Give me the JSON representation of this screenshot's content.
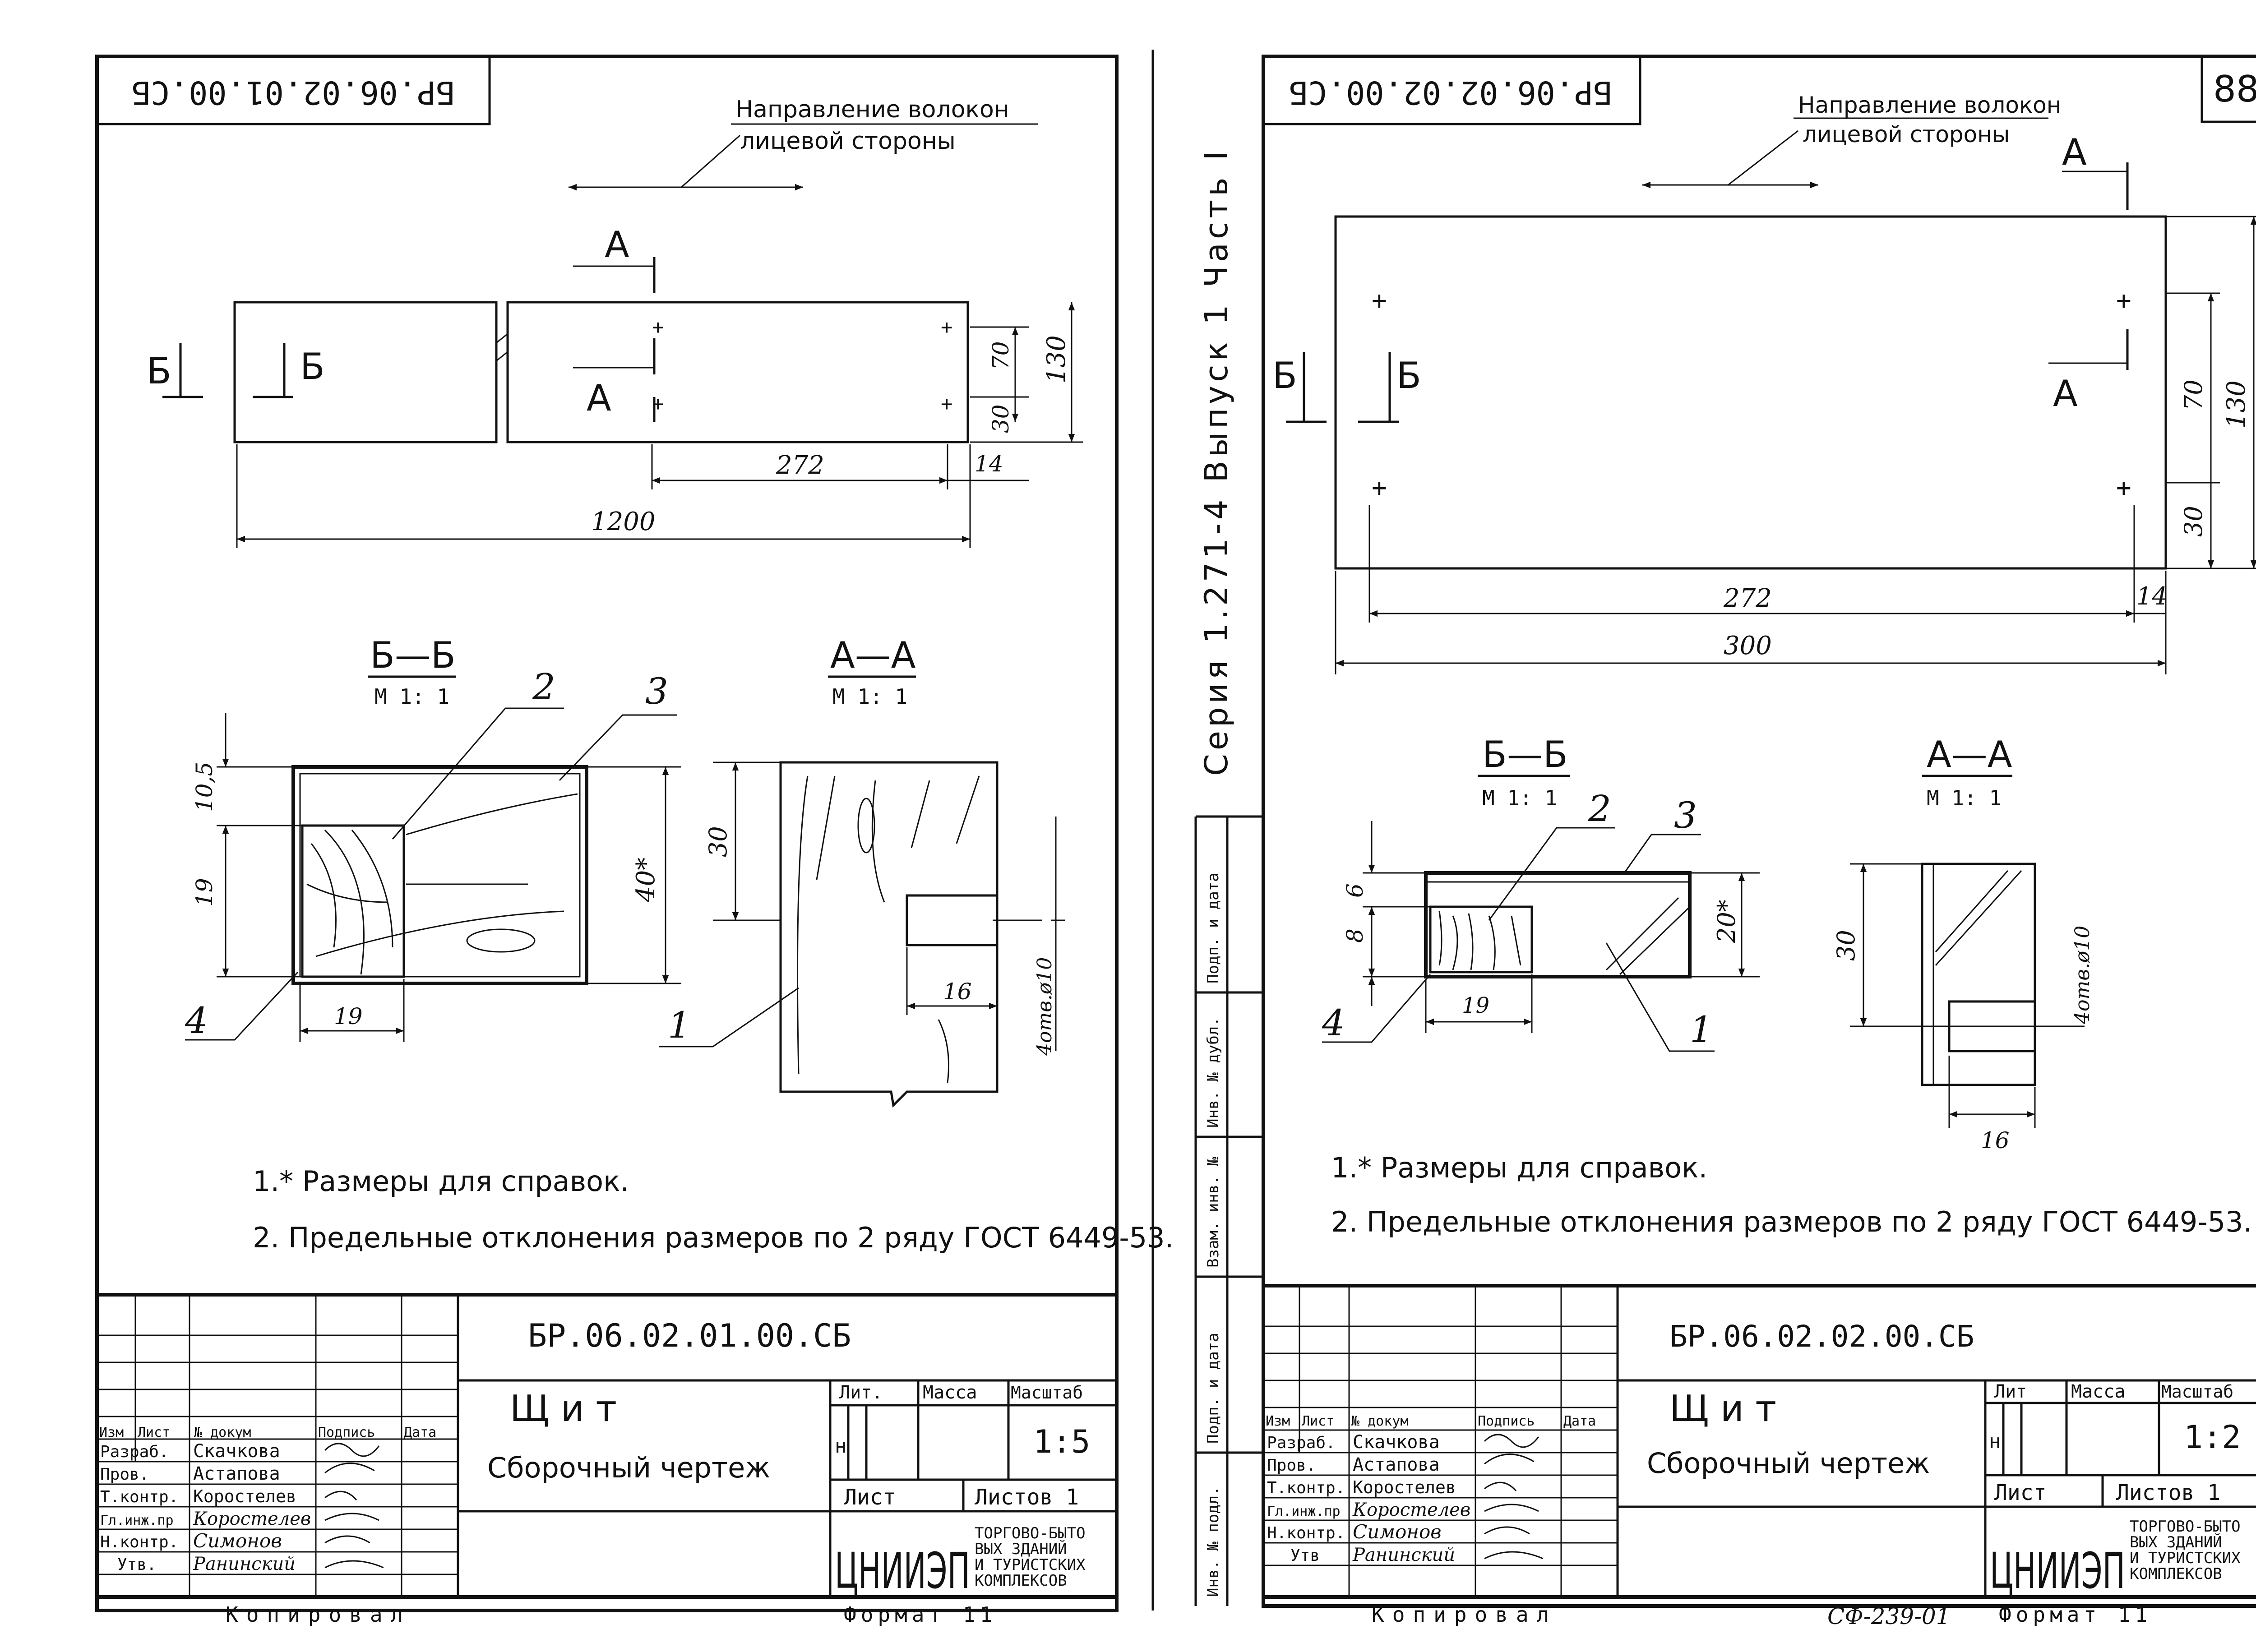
{
  "left_sheet": {
    "code_rotated": "БР.06.02.01.00.СБ",
    "fiber_direction": [
      "Направление волокон",
      "лицевой стороны"
    ],
    "cut_marks": {
      "a": "А",
      "b": "Б"
    },
    "dims": {
      "w272": "272",
      "w14": "14",
      "total": "1200",
      "h70": "70",
      "h30": "30",
      "h130": "130"
    },
    "section_bb": {
      "title": "Б—Б",
      "scale": "М 1: 1",
      "d105": "10,5",
      "d19v": "19",
      "d19h": "19",
      "d40": "40*"
    },
    "section_aa": {
      "title": "А—А",
      "scale": "М 1: 1",
      "d30": "30",
      "d16": "16",
      "hole": "4отв.ø10"
    },
    "callouts": {
      "c1": "1",
      "c2": "2",
      "c3": "3",
      "c4": "4"
    },
    "notes": [
      "1.* Размеры для справок.",
      "2. Предельные отклонения размеров по 2 ряду ГОСТ 6449-53."
    ],
    "title_block": {
      "code": "БР.06.02.01.00.СБ",
      "name": "Щ и т",
      "subtitle": "Сборочный чертеж",
      "headers": [
        "Изм",
        "Лист",
        "№ докум",
        "Подпись",
        "Дата"
      ],
      "roles": [
        "Разраб.",
        "Пров.",
        "Т.контр.",
        "Гл.инж.пр",
        "Н.контр.",
        "Утв."
      ],
      "names": [
        "Скачкова",
        "Астапова",
        "Коростелев",
        "Коростелев",
        "Симонов",
        "Ранинский"
      ],
      "lit": "Лит.",
      "massa": "Масса",
      "mashtab": "Масштаб",
      "lit_value": "н",
      "scale_value": "1:5",
      "list": "Лист",
      "listov": "Листов 1",
      "org": "ЦНИИЭП",
      "org_desc": [
        "ТОРГОВО-БЫТО",
        "ВЫХ ЗДАНИЙ",
        "И ТУРИСТСКИХ",
        "КОМПЛЕКСОВ"
      ],
      "kopiroval": "Копировал",
      "format": "Формат 11"
    }
  },
  "right_sheet": {
    "page_number": "88",
    "code_rotated": "БР.06.02.02.00.СБ",
    "series_vertical": "Серия   1.271-4   Выпуск 1 Часть I",
    "side_stamp": [
      "Инв. № подл.",
      "Подп. и дата",
      "Взам. инв. №",
      "Инв. № дубл.",
      "Подп. и дата"
    ],
    "fiber_direction": [
      "Направление волокон",
      "лицевой стороны"
    ],
    "cut_marks": {
      "a": "А",
      "b": "Б"
    },
    "dims": {
      "w272": "272",
      "w14": "14",
      "total": "300",
      "h70": "70",
      "h30": "30",
      "h130": "130"
    },
    "section_bb": {
      "title": "Б—Б",
      "scale": "М 1: 1",
      "d8": "8",
      "d6": "6",
      "d19": "19",
      "d20": "20*"
    },
    "section_aa": {
      "title": "А—А",
      "scale": "М 1: 1",
      "d30": "30",
      "d16": "16",
      "hole": "4отв.ø10"
    },
    "callouts": {
      "c1": "1",
      "c2": "2",
      "c3": "3",
      "c4": "4"
    },
    "notes": [
      "1.* Размеры для справок.",
      "2. Предельные отклонения размеров по 2 ряду ГОСТ 6449-53."
    ],
    "title_block": {
      "code": "БР.06.02.02.00.СБ",
      "name": "Щ и т",
      "subtitle": "Сборочный чертеж",
      "headers": [
        "Изм",
        "Лист",
        "№ докум",
        "Подпись",
        "Дата"
      ],
      "roles": [
        "Разраб.",
        "Пров.",
        "Т.контр.",
        "Гл.инж.пр",
        "Н.контр.",
        "Утв"
      ],
      "names": [
        "Скачкова",
        "Астапова",
        "Коростелев",
        "Коростелев",
        "Симонов",
        "Ранинский"
      ],
      "lit": "Лит",
      "massa": "Масса",
      "mashtab": "Масштаб",
      "lit_value": "н",
      "scale_value": "1:2",
      "list": "Лист",
      "listov": "Листов 1",
      "org": "ЦНИИЭП",
      "org_desc": [
        "ТОРГОВО-БЫТО",
        "ВЫХ ЗДАНИЙ",
        "И ТУРИСТСКИХ",
        "КОМПЛЕКСОВ"
      ],
      "kopiroval": "Копировал",
      "format": "Формат 11",
      "copy_code": "СФ-239-01"
    }
  }
}
